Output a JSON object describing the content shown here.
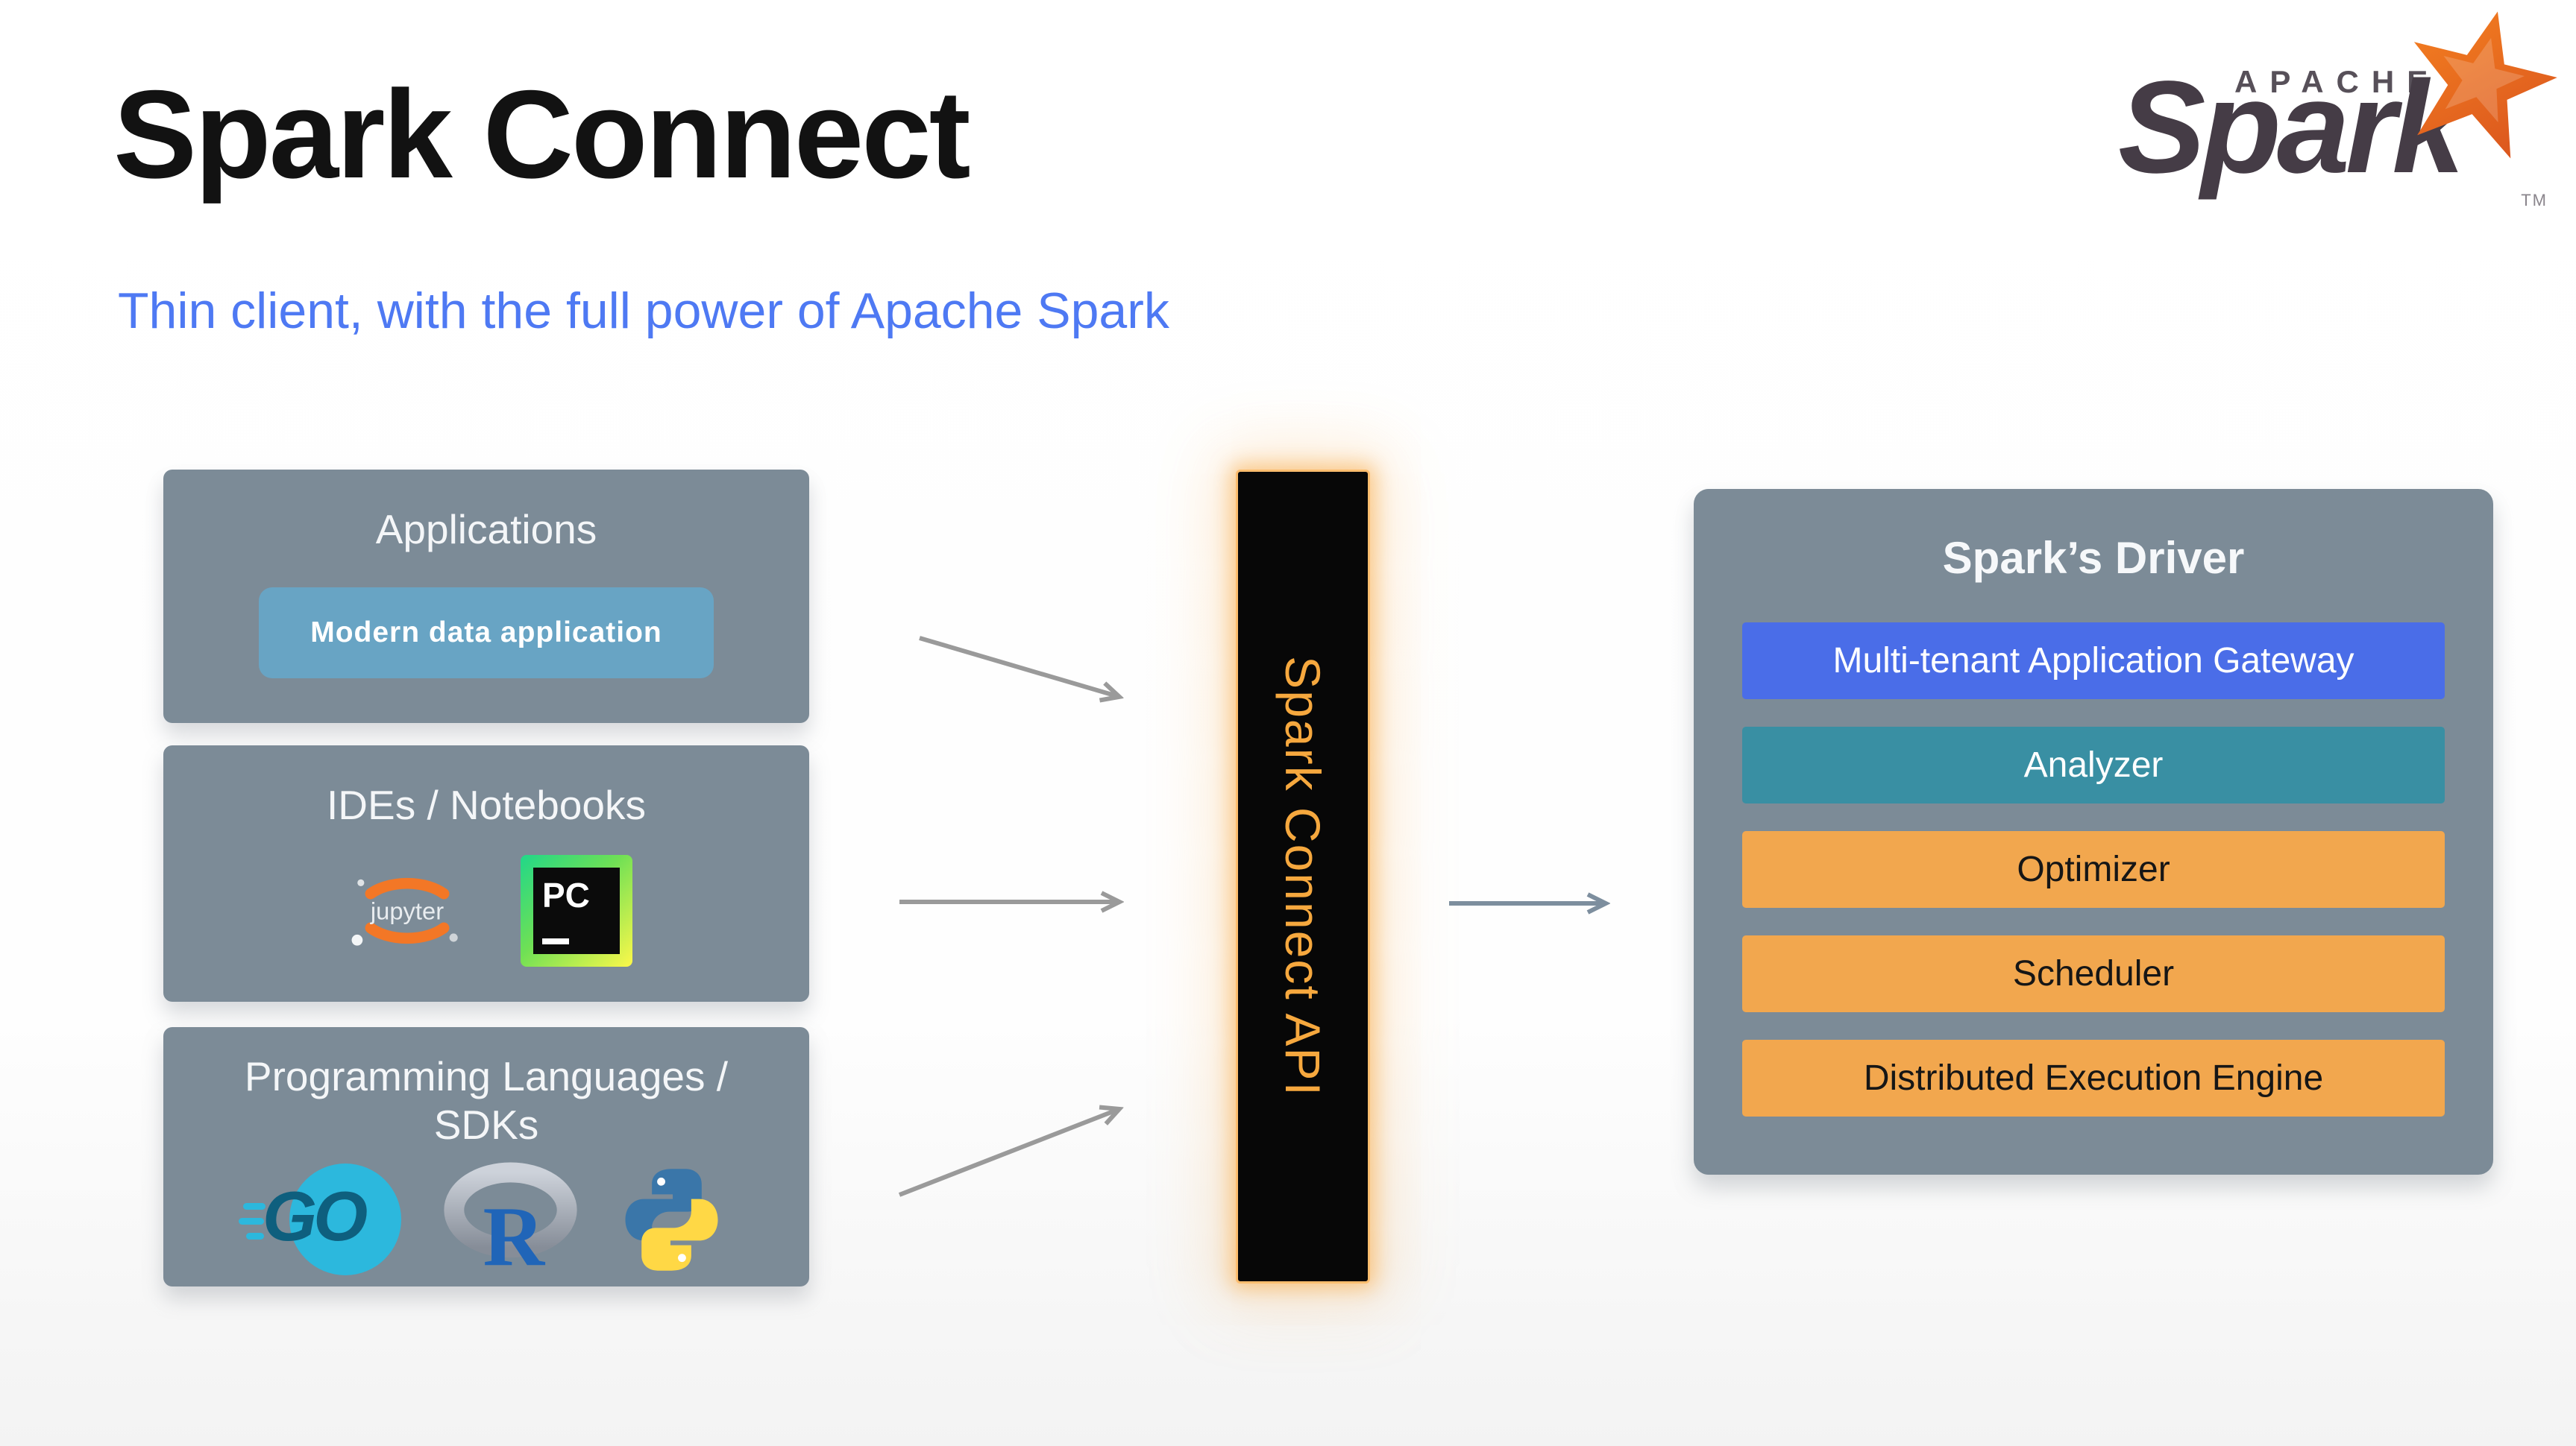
{
  "colors": {
    "slate": "#7c8b97",
    "accent-blue": "#4e79f3",
    "chip": "#68a4c4",
    "api-orange": "#f6a83e",
    "row-blue": "#4a6de8",
    "row-teal": "#398fa3",
    "row-orange": "#f2a74e",
    "arrow": "#9a9a9a",
    "arrow-dark": "#7d8e9e",
    "jupyter-orange": "#f37726",
    "go-cyan": "#2cb8dd",
    "go-dark": "#0e5f7e",
    "r-blue": "#2065b8",
    "python-blue": "#3a76a9",
    "python-yellow": "#ffd845",
    "spark-orange": "#ef6a22",
    "spark-gray": "#453c46"
  },
  "header": {
    "title": "Spark Connect",
    "subtitle": "Thin client, with the full power of Apache Spark"
  },
  "spark_logo": {
    "apache": "APACHE",
    "wordmark": "Spark",
    "tm": "TM"
  },
  "sources": [
    {
      "title": "Applications",
      "chip": "Modern data application"
    },
    {
      "title": "IDEs / Notebooks",
      "jupyter_label": "jupyter",
      "pycharm_label": "PC"
    },
    {
      "title_line1": "Programming Languages /",
      "title_line2": "SDKs",
      "go_label": "GO",
      "r_label": "R"
    }
  ],
  "connector": {
    "label": "Spark Connect API"
  },
  "driver": {
    "title": "Spark’s Driver",
    "rows": [
      {
        "label": "Multi-tenant Application Gateway"
      },
      {
        "label": "Analyzer"
      },
      {
        "label": "Optimizer"
      },
      {
        "label": "Scheduler"
      },
      {
        "label": "Distributed Execution Engine"
      }
    ]
  }
}
